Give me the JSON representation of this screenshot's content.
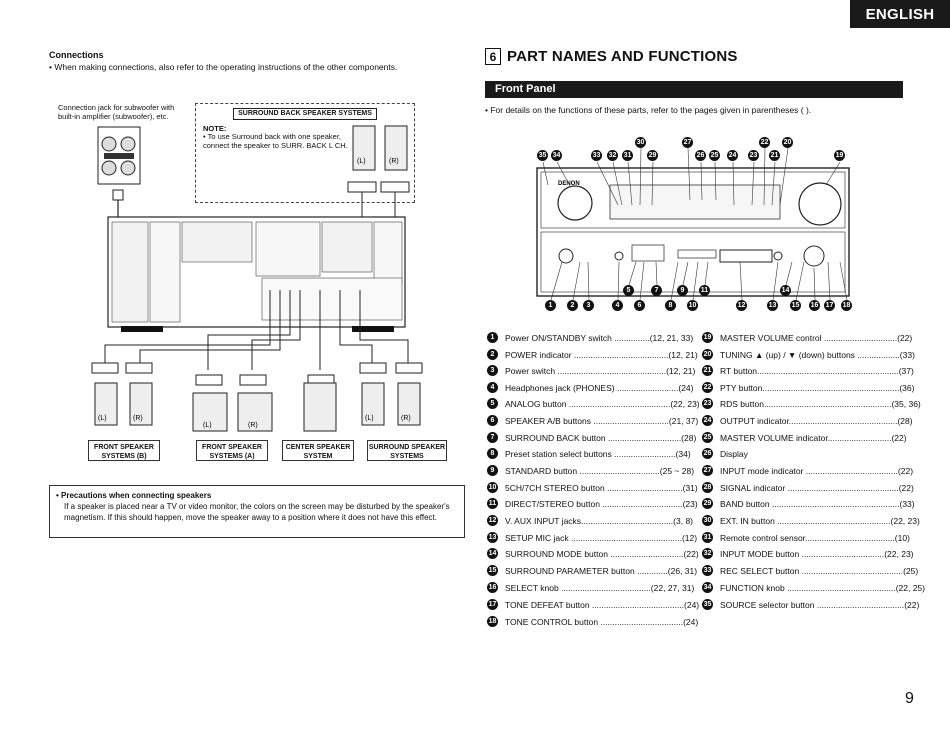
{
  "header": {
    "language": "ENGLISH"
  },
  "connections": {
    "title": "Connections",
    "note": "• When making connections, also refer to the operating instructions of the other components.",
    "subwoofer_label": "Connection jack for subwoofer with built-in amplifier (subwoofer), etc.",
    "surround_back": {
      "title": "SURROUND BACK SPEAKER SYSTEMS",
      "note_title": "NOTE:",
      "note_text": "• To use Surround back with one speaker, connect the speaker to SURR. BACK L CH."
    },
    "channel_left": "(L)",
    "channel_right": "(R)",
    "speaker_groups": [
      "FRONT SPEAKER SYSTEMS (B)",
      "FRONT SPEAKER SYSTEMS (A)",
      "CENTER SPEAKER SYSTEM",
      "SURROUND SPEAKER SYSTEMS"
    ],
    "precaution": {
      "title": "• Precautions when connecting speakers",
      "text": "If a speaker is placed near a TV or video monitor, the colors on the screen may be disturbed by the speaker's magnetism. If this should happen, move the speaker away to a position where it does not have this effect."
    }
  },
  "section": {
    "number": "6",
    "title": "PART NAMES AND FUNCTIONS",
    "subtitle": "Front Panel",
    "note": "• For details on the functions of these parts, refer to the pages given in parentheses (  ).",
    "device_brand": "DENON"
  },
  "parts_left": [
    {
      "num": "1",
      "text": "Power ON/STANDBY switch ...............(12, 21, 33)"
    },
    {
      "num": "2",
      "text": "POWER indicator ........................................(12, 21)"
    },
    {
      "num": "3",
      "text": "Power switch ..............................................(12, 21)"
    },
    {
      "num": "4",
      "text": "Headphones jack (PHONES) ..........................(24)"
    },
    {
      "num": "5",
      "text": "ANALOG button ...........................................(22, 23)"
    },
    {
      "num": "6",
      "text": "SPEAKER A/B buttons ................................(21, 37)"
    },
    {
      "num": "7",
      "text": "SURROUND BACK button ...............................(28)"
    },
    {
      "num": "8",
      "text": "Preset station select buttons ..........................(34)"
    },
    {
      "num": "9",
      "text": "STANDARD button ..................................(25 ~ 28)"
    },
    {
      "num": "10",
      "text": "5CH/7CH STEREO button ................................(31)"
    },
    {
      "num": "11",
      "text": "DIRECT/STEREO button ..................................(23)"
    },
    {
      "num": "12",
      "text": "V. AUX INPUT jacks.......................................(3, 8)"
    },
    {
      "num": "13",
      "text": "SETUP MIC jack ...............................................(12)"
    },
    {
      "num": "14",
      "text": "SURROUND MODE button ...............................(22)"
    },
    {
      "num": "15",
      "text": "SURROUND PARAMETER button .............(26, 31)"
    },
    {
      "num": "16",
      "text": "SELECT knob ......................................(22, 27, 31)"
    },
    {
      "num": "17",
      "text": "TONE DEFEAT button .......................................(24)"
    },
    {
      "num": "18",
      "text": "TONE CONTROL button ...................................(24)"
    }
  ],
  "parts_right": [
    {
      "num": "19",
      "text": "MASTER VOLUME control ...............................(22)"
    },
    {
      "num": "20",
      "text": "TUNING ▲ (up) / ▼ (down) buttons ..................(33)"
    },
    {
      "num": "21",
      "text": "RT button............................................................(37)"
    },
    {
      "num": "22",
      "text": "PTY button..........................................................(36)"
    },
    {
      "num": "23",
      "text": "RDS button......................................................(35, 36)"
    },
    {
      "num": "24",
      "text": "OUTPUT indicator..............................................(28)"
    },
    {
      "num": "25",
      "text": "MASTER VOLUME indicator...........................(22)"
    },
    {
      "num": "26",
      "text": "Display"
    },
    {
      "num": "27",
      "text": "INPUT mode indicator .......................................(22)"
    },
    {
      "num": "28",
      "text": "SIGNAL indicator ...............................................(22)"
    },
    {
      "num": "29",
      "text": "BAND button ......................................................(33)"
    },
    {
      "num": "30",
      "text": "EXT. IN button ................................................(22, 23)"
    },
    {
      "num": "31",
      "text": "Remote control sensor......................................(10)"
    },
    {
      "num": "32",
      "text": "INPUT MODE button ...................................(22, 23)"
    },
    {
      "num": "33",
      "text": "REC SELECT button ...........................................(25)"
    },
    {
      "num": "34",
      "text": "FUNCTION knob ..............................................(22, 25)"
    },
    {
      "num": "35",
      "text": "SOURCE selector button .....................................(22)"
    }
  ],
  "callouts_top_row1": [
    "30",
    "27",
    "22",
    "20"
  ],
  "callouts_top_row2": [
    "35",
    "34",
    "33",
    "32",
    "31",
    "29",
    "26",
    "25",
    "24",
    "23",
    "21",
    "19"
  ],
  "callouts_bottom_row1": [
    "5",
    "7",
    "9",
    "11",
    "14"
  ],
  "callouts_bottom_row2": [
    "1",
    "2",
    "3",
    "4",
    "6",
    "8",
    "10",
    "12",
    "13",
    "15",
    "16",
    "17",
    "18"
  ],
  "page": {
    "number": "9"
  }
}
